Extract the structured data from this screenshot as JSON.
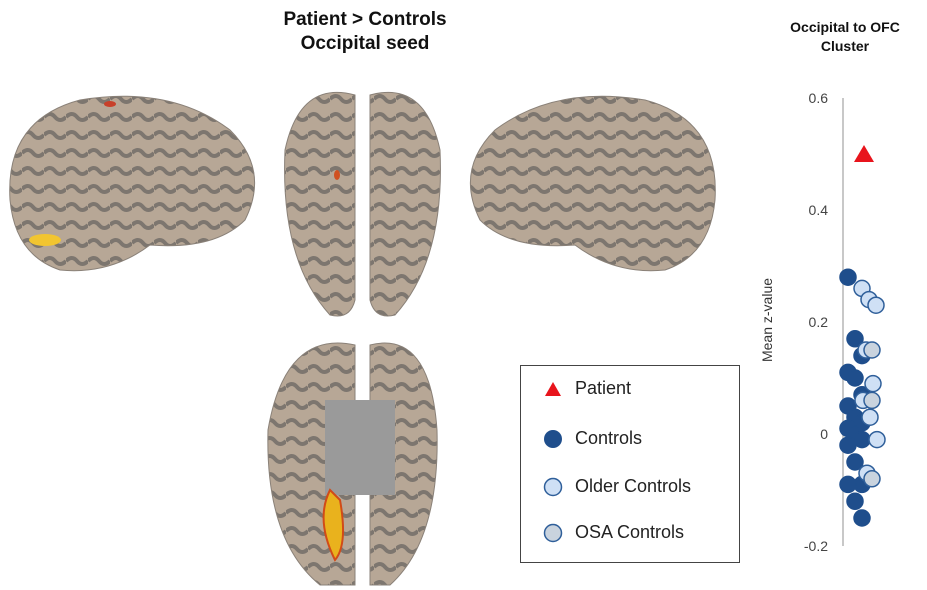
{
  "figure": {
    "title_line1": "Patient > Controls",
    "title_line2": "Occipital seed"
  },
  "legend": [
    {
      "label": "Patient",
      "marker": "triangle",
      "color": "#e8141c"
    },
    {
      "label": "Controls",
      "marker": "circle",
      "color": "#1f4e8c"
    },
    {
      "label": "Older Controls",
      "marker": "circle",
      "color": "#cfe0f5"
    },
    {
      "label": "OSA Controls",
      "marker": "circle",
      "color": "#c9d3de"
    }
  ],
  "chart_data": {
    "type": "scatter",
    "title": "Occipital to OFC Cluster",
    "title_line1": "Occipital to OFC",
    "title_line2": "Cluster",
    "ylabel": "Mean z-value",
    "ylim": [
      -0.2,
      0.6
    ],
    "yticks": [
      "0.6",
      "0.4",
      "0.2",
      "0",
      "-0.2"
    ],
    "yticks_values": [
      0.6,
      0.4,
      0.2,
      0,
      -0.2
    ],
    "series": [
      {
        "name": "Patient",
        "values": [
          0.5
        ]
      },
      {
        "name": "Controls",
        "values": [
          0.28,
          0.17,
          0.14,
          0.11,
          0.1,
          0.07,
          0.05,
          0.03,
          0.02,
          0.01,
          0.0,
          -0.01,
          -0.02,
          -0.05,
          -0.09,
          -0.09,
          -0.12,
          -0.15
        ]
      },
      {
        "name": "Older Controls",
        "values": [
          0.26,
          0.24,
          0.23,
          0.15,
          0.09,
          0.06,
          0.03,
          -0.01,
          -0.07
        ]
      },
      {
        "name": "OSA Controls",
        "values": [
          0.15,
          0.06,
          -0.08
        ]
      }
    ]
  }
}
